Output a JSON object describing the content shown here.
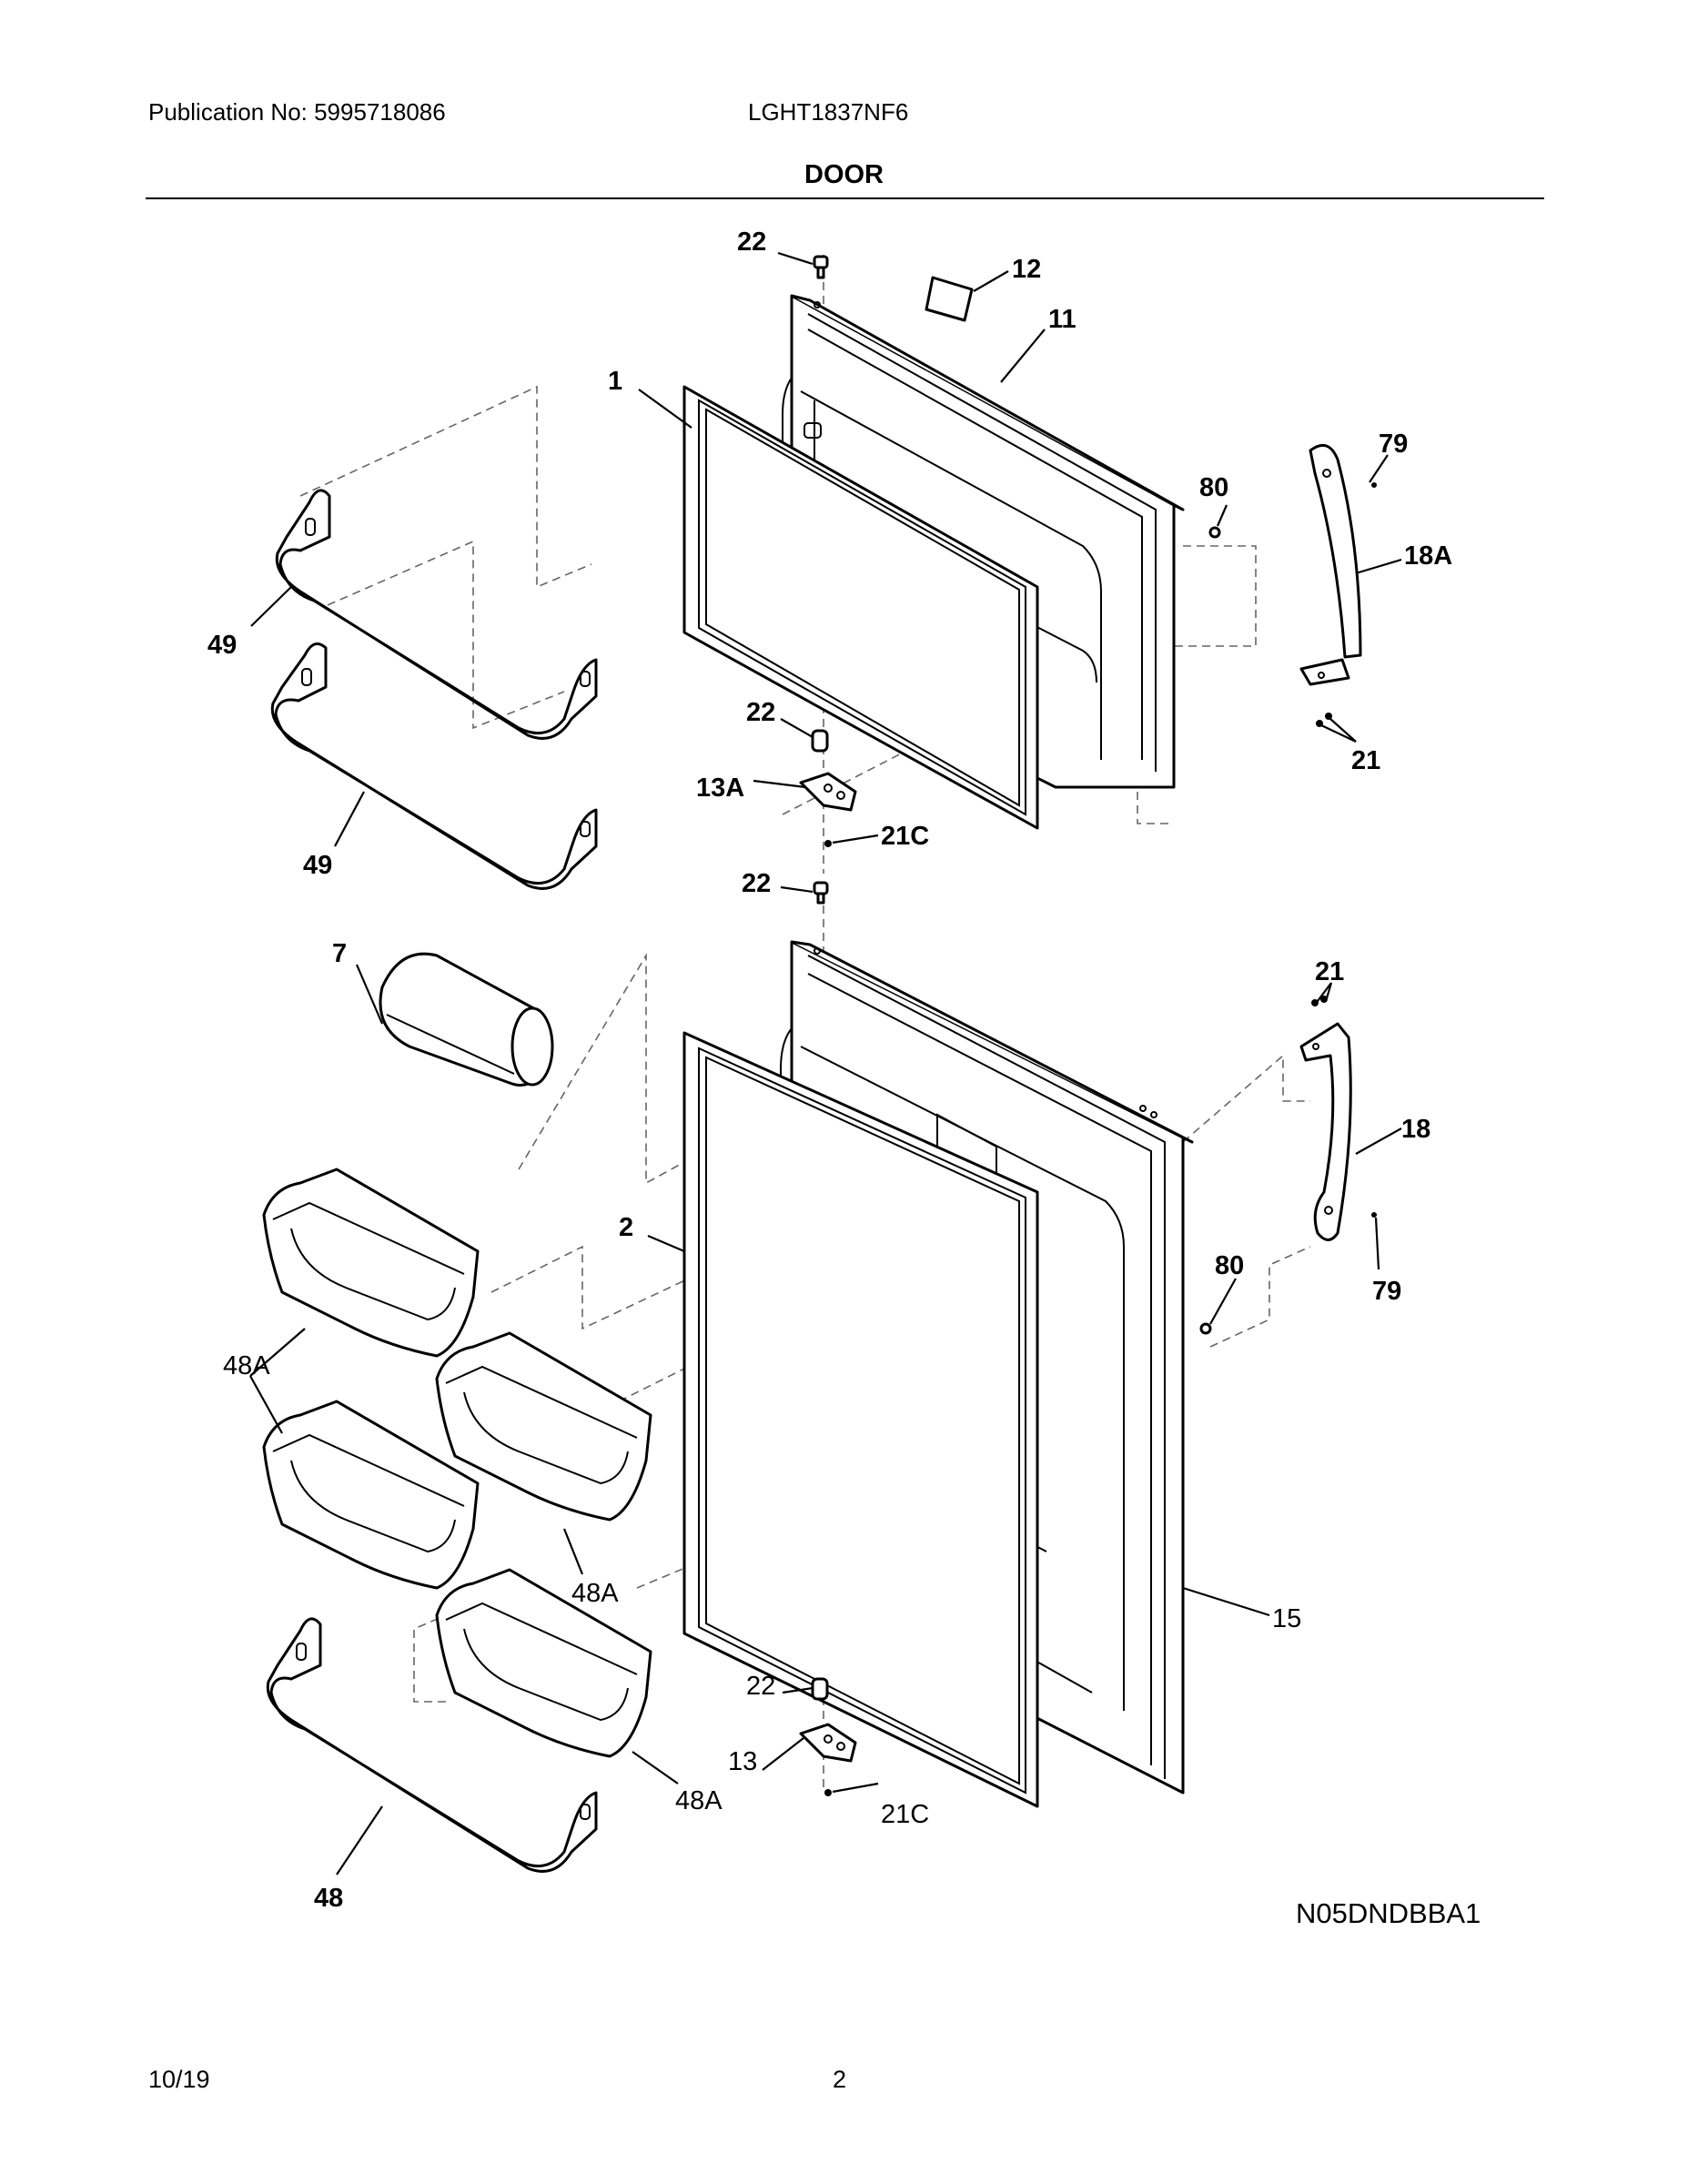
{
  "header": {
    "publication": "Publication No: 5995718086",
    "model": "LGHT1837NF6",
    "title": "DOOR"
  },
  "footer": {
    "date": "10/19",
    "page": "2"
  },
  "diagram_code": "N05DNDBBA1",
  "callouts": {
    "c22a": "22",
    "c12": "12",
    "c11": "11",
    "c1": "1",
    "c79a": "79",
    "c80a": "80",
    "c18A": "18A",
    "c49a": "49",
    "c22b": "22",
    "c21a": "21",
    "c13A": "13A",
    "c21Ca": "21C",
    "c49b": "49",
    "c22c": "22",
    "c7": "7",
    "c21b": "21",
    "c18": "18",
    "c2": "2",
    "c80b": "80",
    "c79b": "79",
    "c48Aa": "48A",
    "c48Ab": "48A",
    "c15": "15",
    "c22d": "22",
    "c13": "13",
    "c48Ac": "48A",
    "c21Cb": "21C",
    "c48": "48"
  }
}
